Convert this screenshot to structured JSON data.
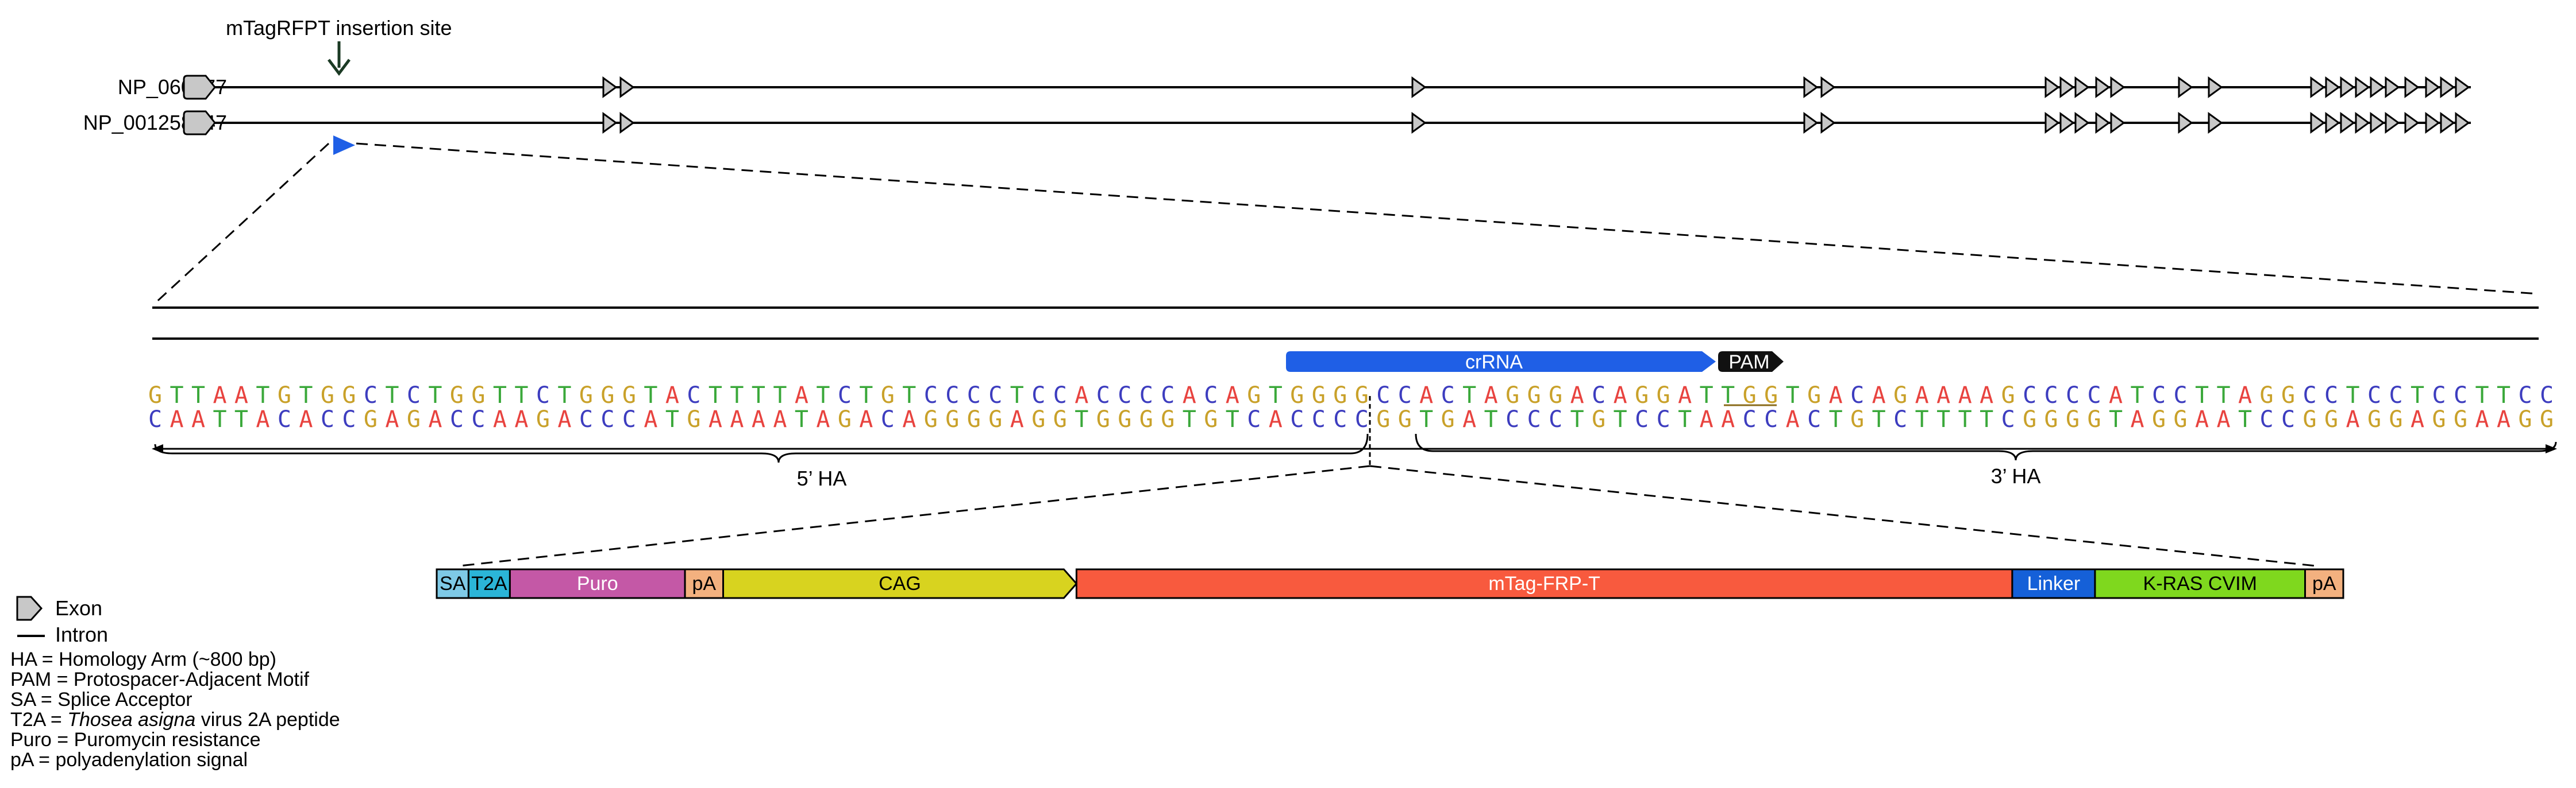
{
  "insertion_label": "mTagRFPT insertion site",
  "transcripts": [
    {
      "name": "NP_060077"
    },
    {
      "name": "NP_001258547"
    }
  ],
  "crrna_label": "crRNA",
  "pam_label": "PAM",
  "sequence_top": "GTTAATGTGGCTCTGGTTCTGGGTACTTTTATCTGTCCCCTCCACCCCACAGTGGGGCCACTAGGGACAGGATTGGTGACAGAAAAGCCCCATCCTTAGGCCTCCTCCTTCC",
  "sequence_bottom": "CAATTACACCGAGACCAAGACCCATGAAAATAGACAGGGGAGGTGGGGTGTCACCCCGGTGATCCCTGTCCTAACCACTGTCTTTTCGGGGTAGGAATCCGGAGGAGGAAGG",
  "base_colors": {
    "A": "#e8433f",
    "C": "#3d3dbf",
    "G": "#c9a12a",
    "T": "#3aa83a"
  },
  "homology_arms": {
    "left": "5’ HA",
    "right": "3’ HA"
  },
  "construct": [
    {
      "label": "SA",
      "color": "#7ec9e6",
      "weight": 20,
      "arrow": false
    },
    {
      "label": "T2A",
      "color": "#2bb5d8",
      "weight": 26,
      "arrow": false
    },
    {
      "label": "Puro",
      "color": "#c458a6",
      "weight": 110,
      "arrow": false
    },
    {
      "label": "pA",
      "color": "#f3b17f",
      "weight": 24,
      "arrow": false
    },
    {
      "label": "CAG",
      "color": "#d8d31f",
      "weight": 222,
      "arrow": true
    },
    {
      "label": "mTag-FRP-T",
      "color": "#f85a3e",
      "weight": 588,
      "arrow": false
    },
    {
      "label": "Linker",
      "color": "#1560d8",
      "weight": 52,
      "arrow": false
    },
    {
      "label": "K-RAS CVIM",
      "color": "#7fd81e",
      "weight": 132,
      "arrow": false
    },
    {
      "label": "pA",
      "color": "#f3b17f",
      "weight": 24,
      "arrow": false
    }
  ],
  "legend": {
    "exon": "Exon",
    "intron": "Intron",
    "definitions": [
      "HA = Homology Arm (~800 bp)",
      "PAM = Protospacer-Adjacent Motif",
      "SA = Splice Acceptor",
      "T2A = Thosea asigna virus 2A peptide",
      "Puro = Puromycin resistance",
      "pA = polyadenylation signal"
    ]
  },
  "colors": {
    "crrna": "#1f5fe6",
    "pam": "#111111",
    "exon_fill": "#c8c8c8",
    "insertion_marker": "#1f5fe6"
  }
}
